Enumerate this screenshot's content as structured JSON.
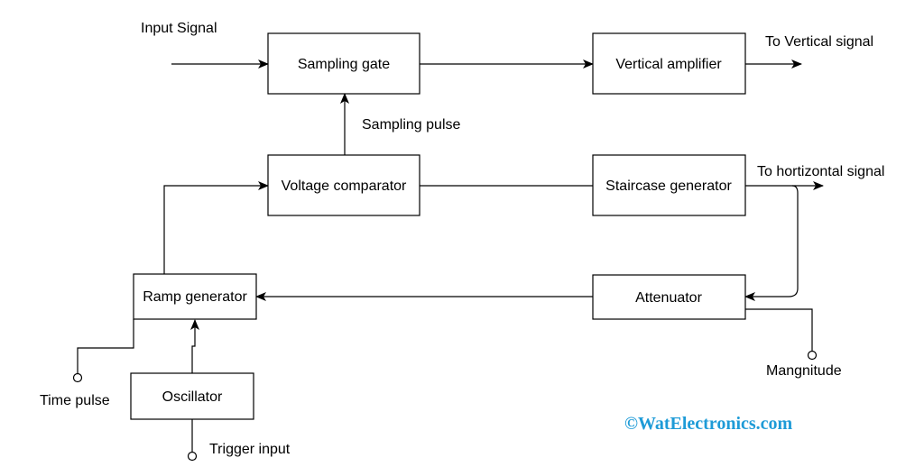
{
  "blocks": {
    "sampling_gate": "Sampling gate",
    "vertical_amplifier": "Vertical amplifier",
    "voltage_comparator": "Voltage comparator",
    "staircase_generator": "Staircase generator",
    "ramp_generator": "Ramp generator",
    "attenuator": "Attenuator",
    "oscillator": "Oscillator"
  },
  "labels": {
    "input_signal": "Input Signal",
    "to_vertical_signal": "To Vertical signal",
    "sampling_pulse": "Sampling pulse",
    "to_horizontal_signal": "To hortizontal signal",
    "time_pulse": "Time pulse",
    "trigger_input": "Trigger input",
    "magnitude": "Mangnitude"
  },
  "watermark": {
    "text": "©WatElectronics.com",
    "color": "#1e9bd7"
  }
}
